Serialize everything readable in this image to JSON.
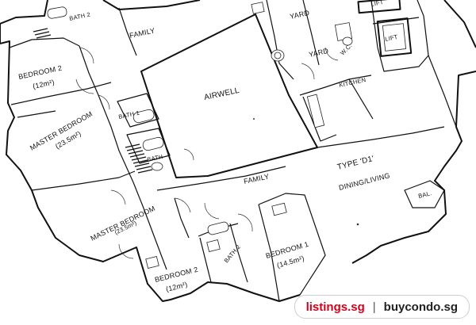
{
  "floorplan": {
    "type_label": "TYPE 'D1'",
    "rooms": [
      {
        "id": "bath-2-top",
        "name": "BATH 2"
      },
      {
        "id": "family-top",
        "name": "FAMILY"
      },
      {
        "id": "yard-top",
        "name": "YARD"
      },
      {
        "id": "yard",
        "name": "YARD"
      },
      {
        "id": "wc",
        "name": "W.C."
      },
      {
        "id": "lift-top",
        "name": "LIFT"
      },
      {
        "id": "lift",
        "name": "LIFT"
      },
      {
        "id": "bedroom-2-left",
        "name": "BEDROOM 2",
        "area": "(12m²)"
      },
      {
        "id": "airwell",
        "name": "AIRWELL"
      },
      {
        "id": "kitchen",
        "name": "KITCHEN"
      },
      {
        "id": "master-bedroom-upper",
        "name": "MASTER BEDROOM",
        "area": "(23.5m²)"
      },
      {
        "id": "bath-1-upper",
        "name": "BATH 1"
      },
      {
        "id": "bath-lower",
        "name": "BATH"
      },
      {
        "id": "family-centre",
        "name": "FAMILY"
      },
      {
        "id": "dining-living",
        "name": "DINING/LIVING"
      },
      {
        "id": "master-bedroom-lower",
        "name": "MASTER BEDROOM",
        "area": "(23.5m²)"
      },
      {
        "id": "bal",
        "name": "BAL."
      },
      {
        "id": "bedroom-1",
        "name": "BEDROOM 1",
        "area": "(14.5m²)"
      },
      {
        "id": "bath-2-lower",
        "name": "BATH 2"
      },
      {
        "id": "bedroom-2-lower",
        "name": "BEDROOM 2",
        "area": "(12m²)"
      }
    ]
  },
  "watermark": {
    "site_a": "listings.sg",
    "separator": "|",
    "site_b": "buycondo.sg",
    "site_a_color": "#d0021b",
    "site_b_color": "#222222"
  }
}
